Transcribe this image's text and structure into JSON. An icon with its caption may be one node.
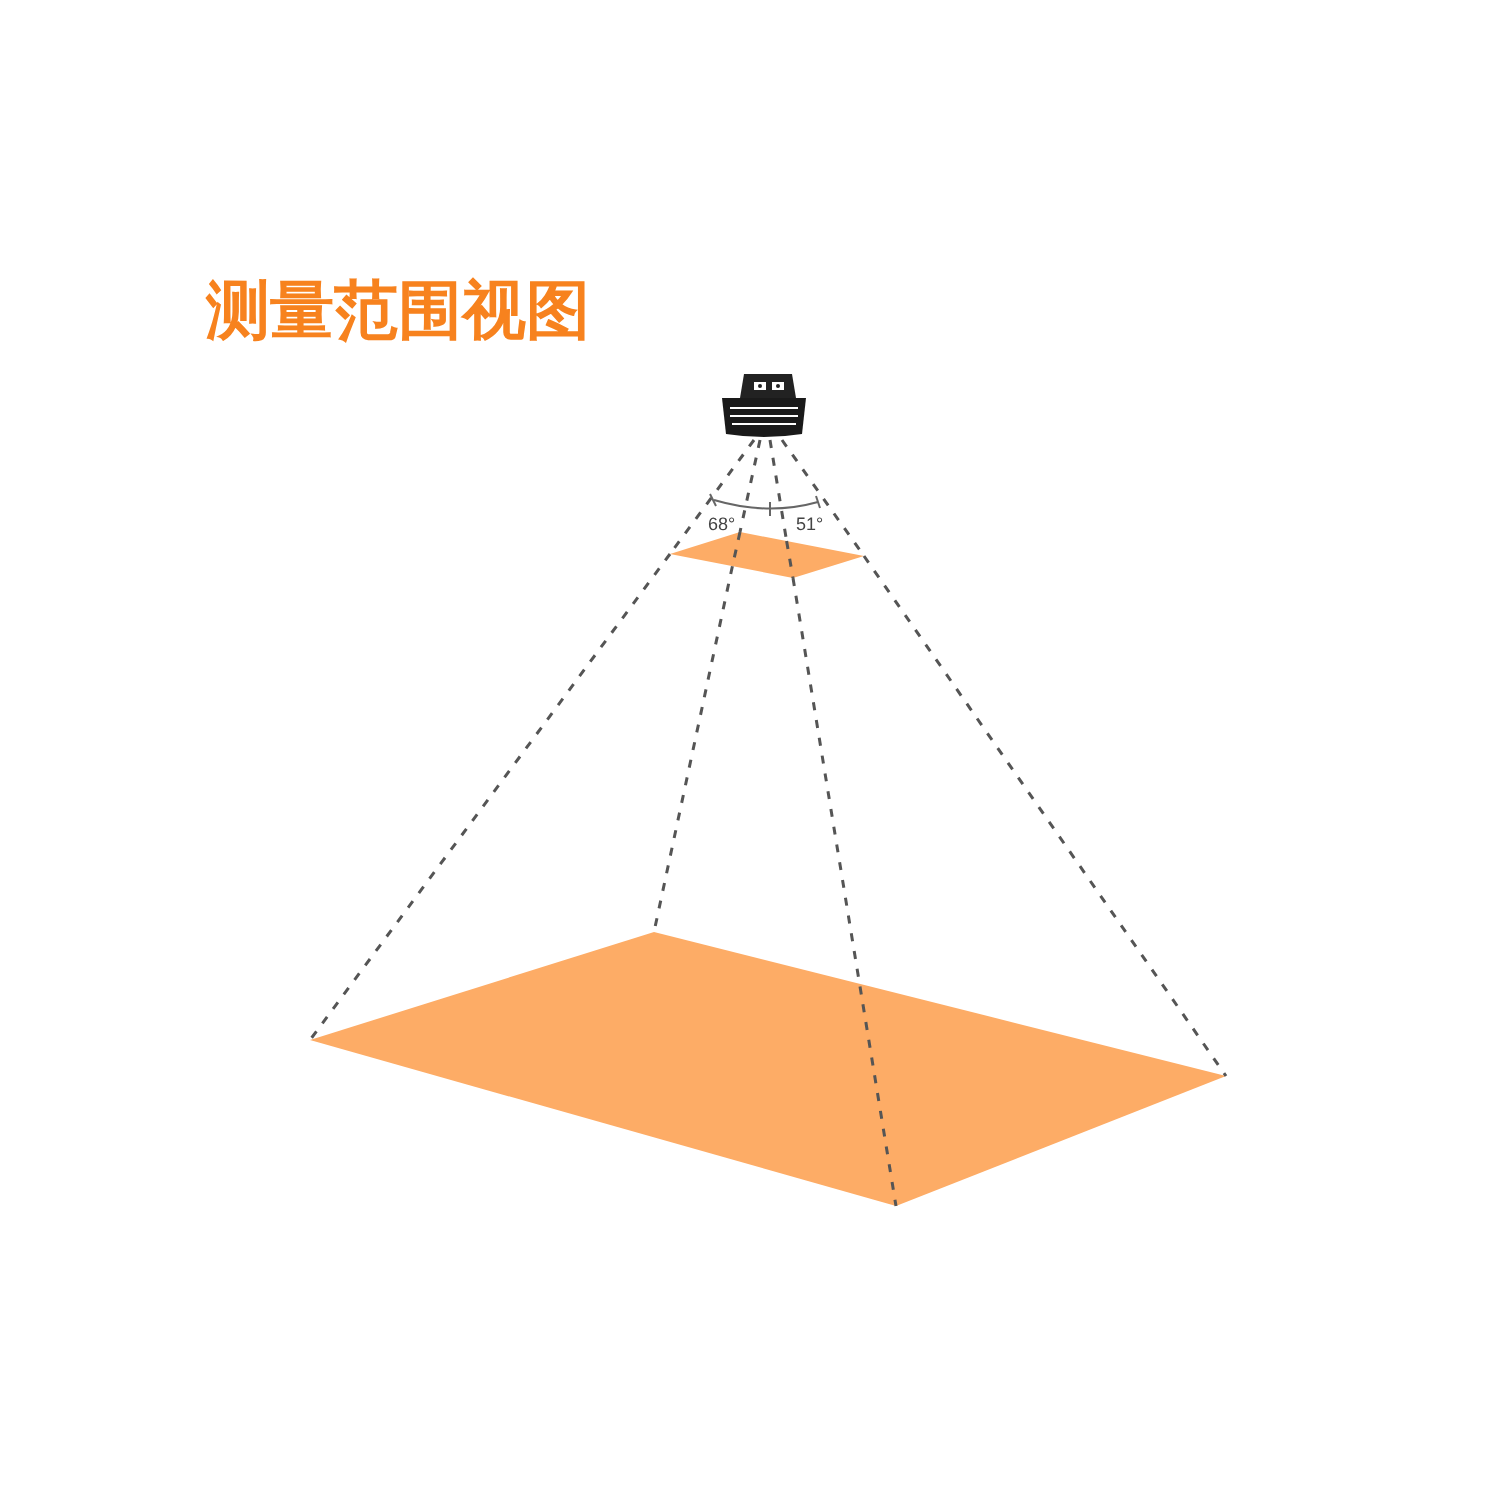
{
  "diagram": {
    "title": "测量范围视图",
    "nodes": [
      {
        "text": [],
        "shape": "picture"
      },
      {
        "text": [],
        "shape": "parallelogram"
      },
      {
        "text": [],
        "shape": "parallelogram"
      }
    ],
    "edges": [
      {
        "from": 0,
        "to": 1,
        "arrow": "none",
        "style": "dashed"
      },
      {
        "from": 1,
        "to": 2,
        "arrow": "none",
        "style": "dashed"
      },
      {
        "from": 0,
        "to": 1,
        "arrow": "none",
        "style": "dashed"
      },
      {
        "from": 1,
        "to": 2,
        "arrow": "none",
        "style": "dashed"
      },
      {
        "from": 0,
        "to": 1,
        "arrow": "none",
        "style": "dashed"
      },
      {
        "from": 1,
        "to": 2,
        "arrow": "none",
        "style": "dashed"
      },
      {
        "from": 0,
        "to": 1,
        "arrow": "none",
        "style": "dashed"
      },
      {
        "from": 1,
        "to": 2,
        "arrow": "none",
        "style": "dashed"
      }
    ],
    "labels": [
      "68°",
      "51°"
    ]
  }
}
